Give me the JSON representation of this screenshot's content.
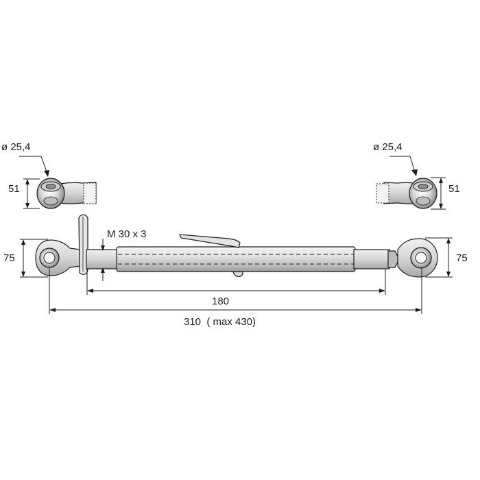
{
  "drawing": {
    "diameter_left": "ø 25,4",
    "diameter_right": "ø 25,4",
    "ball_width_left": "51",
    "ball_width_right": "51",
    "eye_height_left": "75",
    "eye_height_right": "75",
    "thread": "M 30 x 3",
    "tube_length": "180",
    "overall_length": "310  ( max 430)"
  },
  "colors": {
    "steel_light": "#e9e9e9",
    "steel_mid": "#c4c4c4",
    "steel_dark": "#8a8a8a",
    "line": "#1a1a1a",
    "eye_outer": "#f5e7b0"
  }
}
